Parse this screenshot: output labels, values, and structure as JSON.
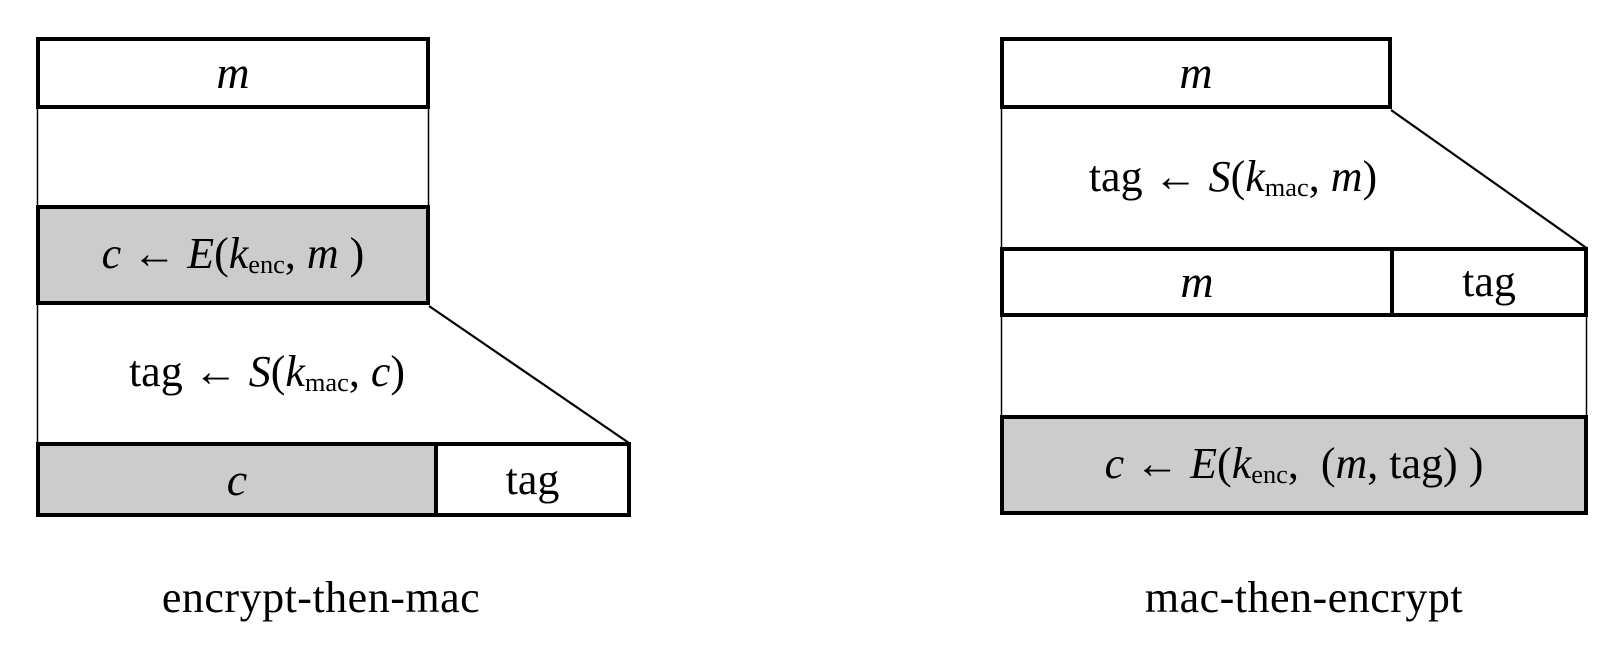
{
  "theme": {
    "bg": "#ffffff",
    "gray": "#cccccc",
    "line": "#000000",
    "text": "#000000"
  },
  "encrypt_then_mac": {
    "caption": "encrypt-then-mac",
    "message_box_tokens": [
      {
        "t": "m",
        "s": "it"
      }
    ],
    "encrypt_formula_tokens": [
      {
        "t": "c",
        "s": "it"
      },
      {
        "t": " ← ",
        "s": "rm"
      },
      {
        "t": "E",
        "s": "it"
      },
      {
        "t": "(",
        "s": "rm"
      },
      {
        "t": "k",
        "s": "it"
      },
      {
        "t": "enc",
        "s": "sub"
      },
      {
        "t": ", ",
        "s": "rm"
      },
      {
        "t": "m",
        "s": "it"
      },
      {
        "t": " )",
        "s": "rm"
      }
    ],
    "mac_formula_tokens": [
      {
        "t": "tag",
        "s": "rm"
      },
      {
        "t": " ← ",
        "s": "rm"
      },
      {
        "t": "S",
        "s": "it"
      },
      {
        "t": "(",
        "s": "rm"
      },
      {
        "t": "k",
        "s": "it"
      },
      {
        "t": "mac",
        "s": "sub"
      },
      {
        "t": ", ",
        "s": "rm"
      },
      {
        "t": "c",
        "s": "it"
      },
      {
        "t": ")",
        "s": "rm"
      }
    ],
    "output_ciphertext_tokens": [
      {
        "t": "c",
        "s": "it"
      }
    ],
    "output_tag_tokens": [
      {
        "t": "tag",
        "s": "rm"
      }
    ]
  },
  "mac_then_encrypt": {
    "caption": "mac-then-encrypt",
    "message_box_tokens": [
      {
        "t": "m",
        "s": "it"
      }
    ],
    "mac_formula_tokens": [
      {
        "t": "tag",
        "s": "rm"
      },
      {
        "t": " ← ",
        "s": "rm"
      },
      {
        "t": "S",
        "s": "it"
      },
      {
        "t": "(",
        "s": "rm"
      },
      {
        "t": "k",
        "s": "it"
      },
      {
        "t": "mac",
        "s": "sub"
      },
      {
        "t": ", ",
        "s": "rm"
      },
      {
        "t": "m",
        "s": "it"
      },
      {
        "t": ")",
        "s": "rm"
      }
    ],
    "intermediate_message_tokens": [
      {
        "t": "m",
        "s": "it"
      }
    ],
    "intermediate_tag_tokens": [
      {
        "t": "tag",
        "s": "rm"
      }
    ],
    "encrypt_formula_tokens": [
      {
        "t": "c",
        "s": "it"
      },
      {
        "t": " ← ",
        "s": "rm"
      },
      {
        "t": "E",
        "s": "it"
      },
      {
        "t": "(",
        "s": "rm"
      },
      {
        "t": "k",
        "s": "it"
      },
      {
        "t": "enc",
        "s": "sub"
      },
      {
        "t": ",  (",
        "s": "rm"
      },
      {
        "t": "m",
        "s": "it"
      },
      {
        "t": ", tag) )",
        "s": "rm"
      }
    ]
  }
}
